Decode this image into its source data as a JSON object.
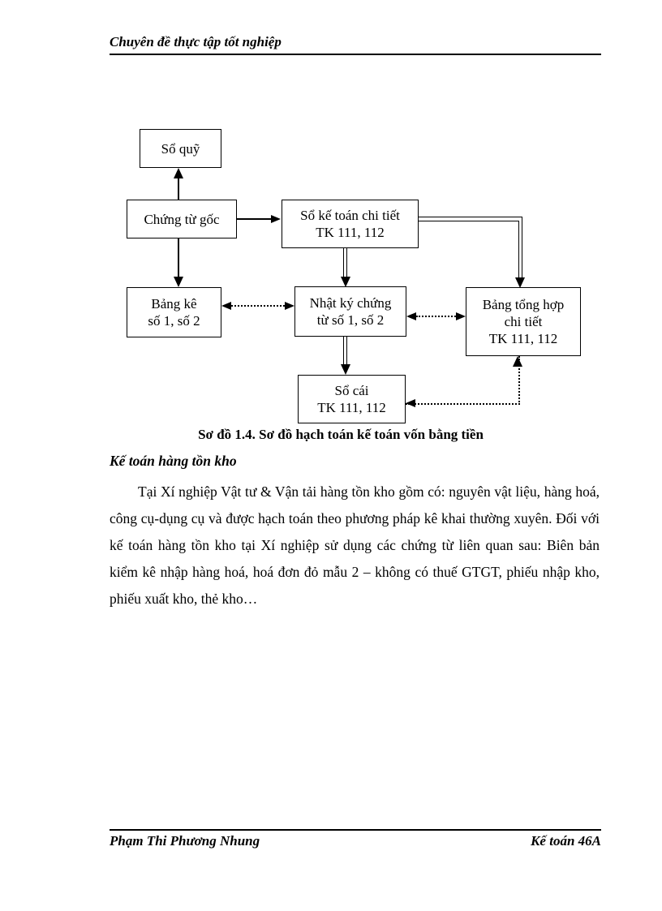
{
  "header": {
    "title": "Chuyên đề thực tập tốt nghiệp"
  },
  "diagram": {
    "caption": "Sơ đồ 1.4. Sơ đồ hạch toán kế toán vốn bằng tiền",
    "boxes": {
      "so_quy": {
        "line1": "Sổ quỹ"
      },
      "chung_tu_goc": {
        "line1": "Chứng từ gốc"
      },
      "so_ke_toan": {
        "line1": "Sổ kế toán chi tiết",
        "line2": "TK 111, 112"
      },
      "bang_ke": {
        "line1": "Bảng kê",
        "line2": "số 1, số 2"
      },
      "nhat_ky": {
        "line1": "Nhật ký chứng",
        "line2": "từ số 1, số 2"
      },
      "bang_tong_hop": {
        "line1": "Bảng tổng hợp",
        "line2": "chi tiết",
        "line3": "TK 111, 112"
      },
      "so_cai": {
        "line1": "Sổ cái",
        "line2": "TK 111, 112"
      }
    },
    "connections": [
      {
        "from": "Chứng từ gốc",
        "to": "Sổ quỹ",
        "style": "solid-arrow"
      },
      {
        "from": "Chứng từ gốc",
        "to": "Sổ kế toán chi tiết TK 111, 112",
        "style": "solid-arrow"
      },
      {
        "from": "Chứng từ gốc",
        "to": "Bảng kê số 1, số 2",
        "style": "solid-arrow"
      },
      {
        "from": "Sổ kế toán chi tiết TK 111, 112",
        "to": "Nhật ký chứng từ số 1, số 2",
        "style": "double-line-arrow"
      },
      {
        "from": "Sổ kế toán chi tiết TK 111, 112",
        "to": "Bảng tổng hợp chi tiết TK 111, 112",
        "style": "double-line-arrow"
      },
      {
        "from": "Bảng kê số 1, số 2",
        "to": "Nhật ký chứng từ số 1, số 2",
        "style": "dotted-bidirectional"
      },
      {
        "from": "Nhật ký chứng từ số 1, số 2",
        "to": "Bảng tổng hợp chi tiết TK 111, 112",
        "style": "dotted-bidirectional"
      },
      {
        "from": "Nhật ký chứng từ số 1, số 2",
        "to": "Sổ cái TK 111, 112",
        "style": "double-line-arrow"
      },
      {
        "from": "Sổ cái TK 111, 112",
        "to": "Bảng tổng hợp chi tiết TK 111, 112",
        "style": "dotted-bidirectional"
      }
    ]
  },
  "section": {
    "heading": "Kế toán hàng tồn kho",
    "paragraph": "Tại Xí nghiệp Vật tư & Vận tải hàng tồn kho gồm có: nguyên vật liệu, hàng hoá, công cụ-dụng cụ và được hạch toán theo phương pháp kê khai thường xuyên. Đối với kế toán hàng tồn kho tại Xí nghiệp sử dụng các chứng từ liên quan sau: Biên bản kiểm kê nhập hàng hoá, hoá đơn đỏ mẫu 2 – không có thuế GTGT, phiếu nhập kho, phiếu xuất kho, thẻ kho…"
  },
  "footer": {
    "author": "Phạm Thi Phương Nhung",
    "class": "Kế toán 46A"
  }
}
